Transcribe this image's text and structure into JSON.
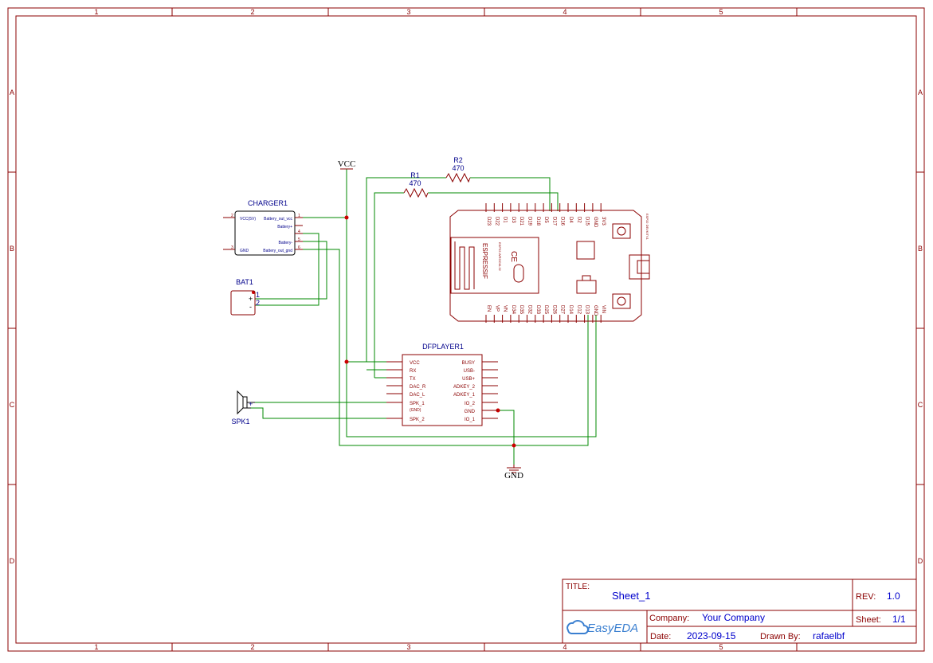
{
  "frame": {
    "columns": [
      "1",
      "2",
      "3",
      "4",
      "5"
    ],
    "rows": [
      "A",
      "B",
      "C",
      "D"
    ]
  },
  "nets": {
    "vcc": "VCC",
    "gnd": "GND"
  },
  "resistors": {
    "r1": {
      "ref": "R1",
      "value": "470"
    },
    "r2": {
      "ref": "R2",
      "value": "470"
    }
  },
  "charger": {
    "ref": "CHARGER1",
    "pins_left": [
      "VCC(5V)",
      "GND"
    ],
    "pins_right": [
      "Battery_out_vcc",
      "Battery+",
      "Battery-",
      "Battery_out_gnd"
    ],
    "pin_numbers": [
      "1",
      "2",
      "3",
      "4",
      "5",
      "6"
    ]
  },
  "battery": {
    "ref": "BAT1",
    "plus": "+",
    "minus": "-",
    "pin1": "1",
    "pin2": "2"
  },
  "dfplayer": {
    "ref": "DFPLAYER1",
    "left_pins": [
      "VCC",
      "RX",
      "TX",
      "DAC_R",
      "DAC_L",
      "SPK_1",
      "(GND)",
      "SPK_2"
    ],
    "right_pins": [
      "BUSY",
      "USB-",
      "USB+",
      "ADKEY_2",
      "ADKEY_1",
      "IO_2",
      "GND",
      "IO_1"
    ]
  },
  "speaker": {
    "ref": "SPK1",
    "plus": "+"
  },
  "esp32": {
    "top_pins": [
      "D23",
      "D22",
      "D1",
      "D3",
      "D21",
      "D19",
      "D18",
      "D5",
      "D17",
      "D16",
      "D4",
      "D2",
      "D15",
      "GND",
      "3V3"
    ],
    "bottom_pins": [
      "EN",
      "VP",
      "VN",
      "D34",
      "D35",
      "D32",
      "D33",
      "D25",
      "D26",
      "D27",
      "D14",
      "D12",
      "D13",
      "GND",
      "VIN"
    ],
    "brand": "ESPRESSIF",
    "module": "ESP32-WROOM-32",
    "board": "ESP32 DEVKITV1",
    "ce_mark": "CE"
  },
  "title_block": {
    "title_label": "TITLE:",
    "title_value": "Sheet_1",
    "rev_label": "REV:",
    "rev_value": "1.0",
    "company_label": "Company:",
    "company_value": "Your Company",
    "sheet_label": "Sheet:",
    "sheet_value": "1/1",
    "date_label": "Date:",
    "date_value": "2023-09-15",
    "drawn_label": "Drawn By:",
    "drawn_value": "rafaelbf",
    "logo_text": "EasyEDA"
  },
  "colors": {
    "frame": "#8b0000",
    "wire": "#008800",
    "label": "#00008b",
    "junction": "#cc0000",
    "title_value": "#0000cc",
    "logo": "#3a7fd0"
  }
}
